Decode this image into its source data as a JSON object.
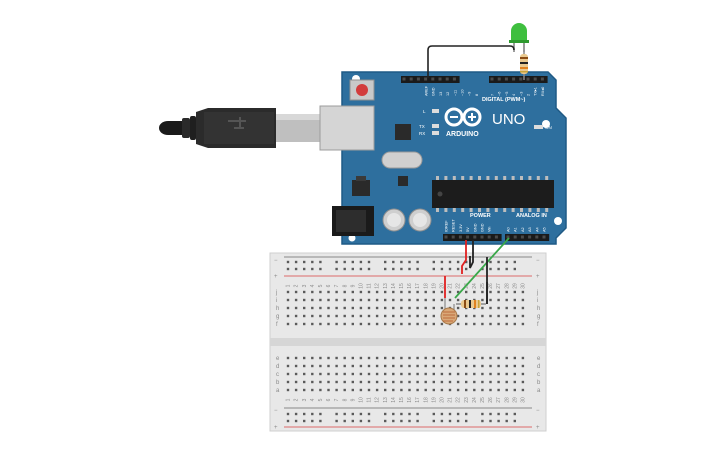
{
  "board": {
    "brand": "ARDUINO",
    "model": "UNO",
    "digital_label": "DIGITAL (PWM~)",
    "power_label": "POWER",
    "analog_label": "ANALOG IN",
    "on_label": "ON",
    "l_label": "L",
    "tx_label": "TX",
    "rx_label": "RX",
    "aref_label": "AREF",
    "gnd_label": "GND",
    "digital_pins": [
      "13",
      "12",
      "~11",
      "~10",
      "~9",
      "8",
      "7",
      "~6",
      "~5",
      "4",
      "~3",
      "2",
      "TX▸1",
      "RX◂0"
    ],
    "power_pins": [
      "IOREF",
      "RESET",
      "3.3V",
      "5V",
      "GND",
      "GND",
      "Vin"
    ],
    "analog_pins": [
      "A0",
      "A1",
      "A2",
      "A3",
      "A4",
      "A5"
    ]
  },
  "breadboard": {
    "rows_top": [
      "j",
      "i",
      "h",
      "g",
      "f"
    ],
    "rows_bottom": [
      "e",
      "d",
      "c",
      "b",
      "a"
    ],
    "rail_minus": "−",
    "rail_plus": "+",
    "columns": [
      "1",
      "2",
      "3",
      "4",
      "5",
      "6",
      "7",
      "8",
      "9",
      "10",
      "11",
      "12",
      "13",
      "14",
      "15",
      "16",
      "17",
      "18",
      "19",
      "20",
      "21",
      "22",
      "23",
      "24",
      "25",
      "26",
      "27",
      "28",
      "29",
      "30"
    ]
  },
  "colors": {
    "board": "#2e6f9e",
    "board_edge": "#1f5a85",
    "wire_red": "#e02020",
    "wire_black": "#222222",
    "wire_green": "#3aa84a",
    "led": "#3fbf3f",
    "rail_red": "#d84040",
    "rail_blue": "#6a6a6a"
  },
  "components": {
    "led": "led-icon",
    "resistor": "resistor-icon",
    "photoresistor": "photoresistor-icon",
    "usb_cable": "usb-cable-icon"
  }
}
